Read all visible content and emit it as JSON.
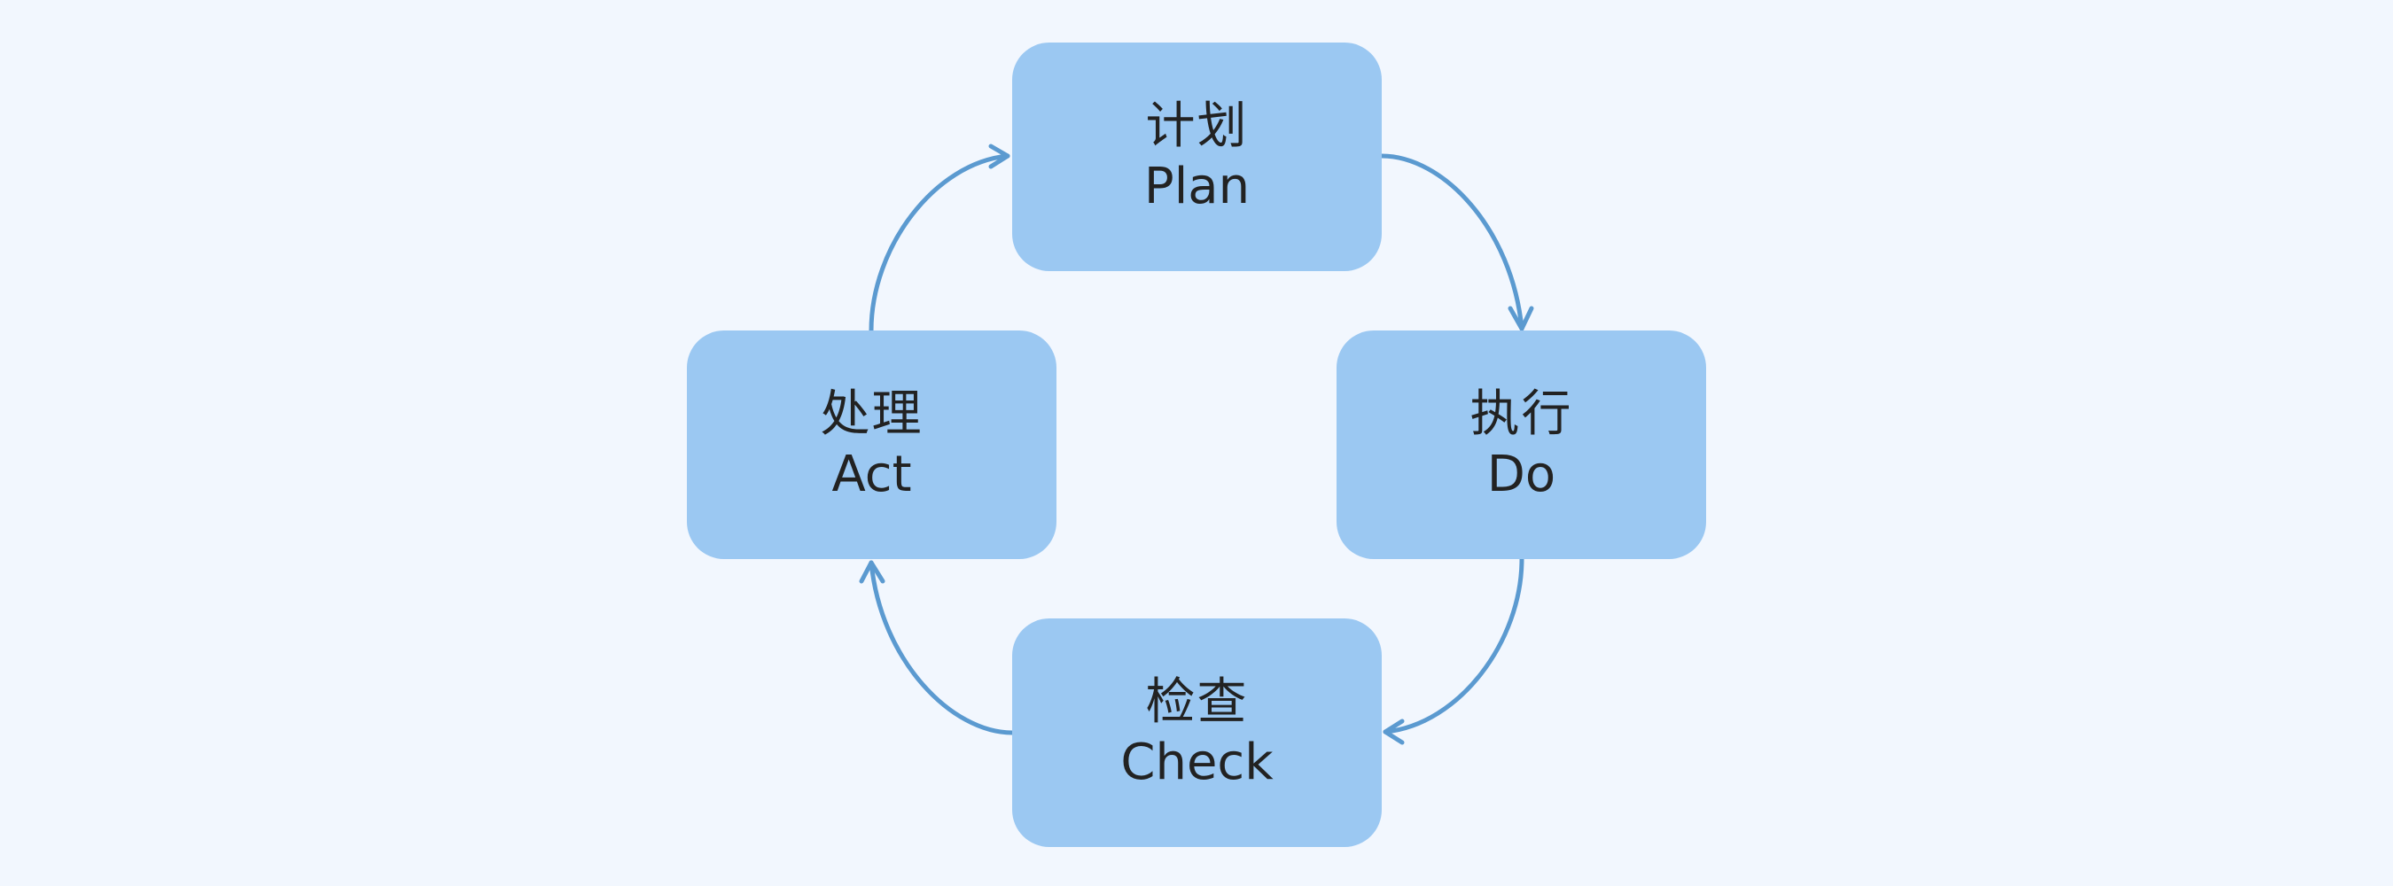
{
  "colors": {
    "background": "#f2f7fe",
    "box_fill": "#9bc8f2",
    "arrow": "#5b9ad0",
    "text": "#222222"
  },
  "nodes": {
    "plan": {
      "label_zh": "计划",
      "label_en": "Plan"
    },
    "do": {
      "label_zh": "执行",
      "label_en": "Do"
    },
    "check": {
      "label_zh": "检查",
      "label_en": "Check"
    },
    "act": {
      "label_zh": "处理",
      "label_en": "Act"
    }
  },
  "connections": [
    {
      "from": "plan",
      "to": "do"
    },
    {
      "from": "do",
      "to": "check"
    },
    {
      "from": "check",
      "to": "act"
    },
    {
      "from": "act",
      "to": "plan"
    }
  ]
}
